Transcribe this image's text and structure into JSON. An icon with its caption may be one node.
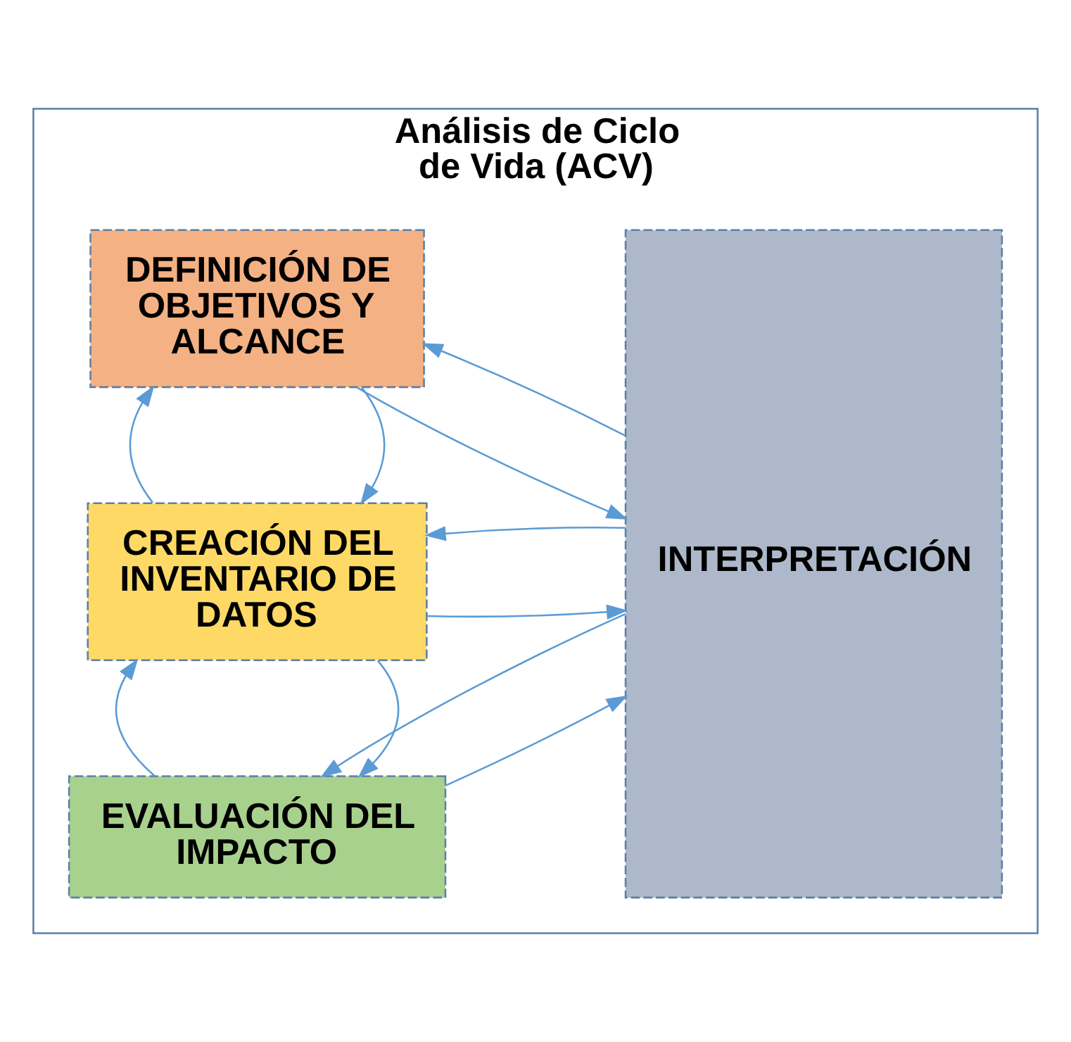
{
  "diagram": {
    "nodes": [
      {
        "text": [
          "Análisis de Ciclo de Vida (ACV)"
        ]
      },
      {
        "text": [
          "DEFINICIÓN DE OBJETIVOS Y ALCANCE"
        ],
        "in": 0
      },
      {
        "text": [
          "CREACIÓN DEL INVENTARIO DE DATOS"
        ],
        "in": 0
      },
      {
        "text": [
          "EVALUACIÓN DEL IMPACTO"
        ],
        "in": 0
      },
      {
        "text": [
          "INTERPRETACIÓN"
        ],
        "in": 0
      }
    ],
    "edges": [
      {
        "from": 1,
        "to": 4,
        "arrow": "to"
      },
      {
        "from": 4,
        "to": 1,
        "arrow": "to"
      },
      {
        "from": 1,
        "to": 2,
        "arrow": "to"
      },
      {
        "from": 2,
        "to": 1,
        "arrow": "to"
      },
      {
        "from": 2,
        "to": 4,
        "arrow": "to"
      },
      {
        "from": 4,
        "to": 2,
        "arrow": "to"
      },
      {
        "from": 2,
        "to": 3,
        "arrow": "to"
      },
      {
        "from": 3,
        "to": 2,
        "arrow": "to"
      },
      {
        "from": 3,
        "to": 4,
        "arrow": "to"
      },
      {
        "from": 4,
        "to": 3,
        "arrow": "to"
      }
    ]
  }
}
